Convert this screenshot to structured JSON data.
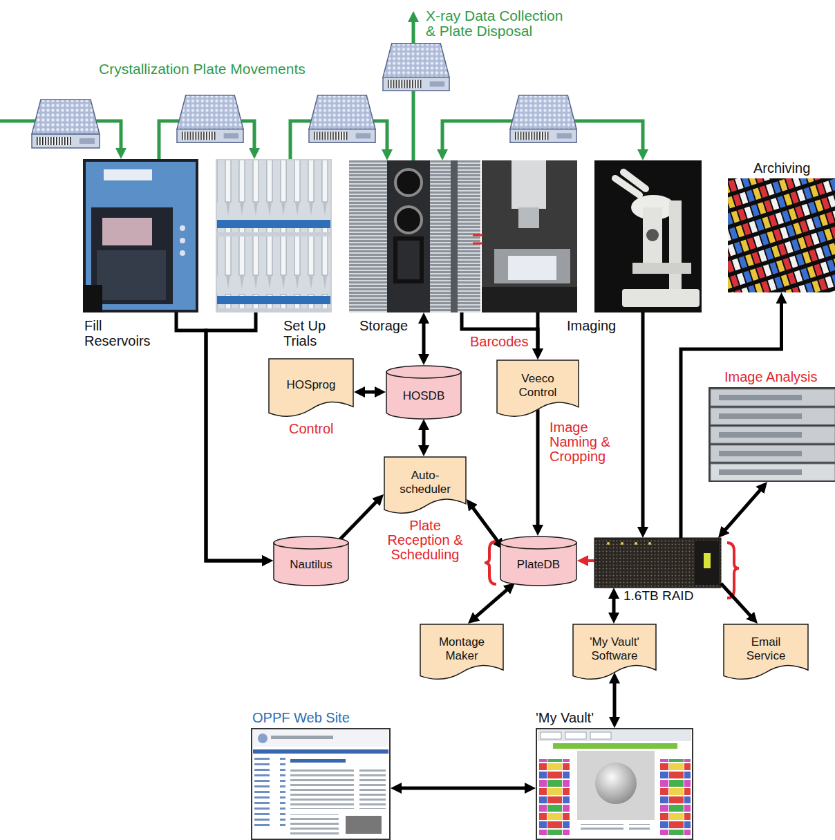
{
  "diagram": {
    "nodes": [
      {
        "text": [
          "Fill Reservoirs"
        ]
      },
      {
        "text": [
          "Set Up Trials"
        ]
      },
      {
        "text": [
          "Storage"
        ]
      },
      {
        "text": [
          "Imaging"
        ]
      },
      {
        "text": [
          "Archiving"
        ]
      },
      {
        "text": [
          "HOSprog"
        ]
      },
      {
        "text": [
          "HOSDB"
        ]
      },
      {
        "text": [
          "Veeco Control"
        ]
      },
      {
        "text": [
          "Image Analysis"
        ]
      },
      {
        "text": [
          "Auto- scheduler"
        ]
      },
      {
        "text": [
          "Nautilus"
        ]
      },
      {
        "text": [
          "PlateDB"
        ]
      },
      {
        "text": [
          "1.6TB RAID"
        ]
      },
      {
        "text": [
          "Montage Maker"
        ]
      },
      {
        "text": [
          "'My Vault' Software"
        ]
      },
      {
        "text": [
          "Email Service"
        ]
      },
      {
        "text": [
          "OPPF Web Site"
        ]
      },
      {
        "text": [
          "'My Vault'"
        ]
      }
    ],
    "edges": [
      {
        "from": 0,
        "to": 10,
        "arrow": "to"
      },
      {
        "from": 1,
        "to": 10,
        "arrow": "to"
      },
      {
        "from": 2,
        "to": 6,
        "arrow": "both"
      },
      {
        "from": 5,
        "to": 6,
        "arrow": "both"
      },
      {
        "from": 6,
        "to": 9,
        "arrow": "both"
      },
      {
        "from": 10,
        "to": 9,
        "arrow": "to"
      },
      {
        "from": 9,
        "to": 11,
        "arrow": "both"
      },
      {
        "from": 2,
        "to": 7,
        "arrow": "to"
      },
      {
        "from": 3,
        "to": 7,
        "arrow": "to"
      },
      {
        "from": 7,
        "to": 11,
        "arrow": "to"
      },
      {
        "from": 12,
        "to": 11,
        "arrow": "to"
      },
      {
        "from": 13,
        "to": 11,
        "arrow": "both"
      },
      {
        "from": 12,
        "to": 4,
        "arrow": "to"
      },
      {
        "from": 8,
        "to": 12,
        "arrow": "both"
      },
      {
        "from": 12,
        "to": 15,
        "arrow": "to"
      },
      {
        "from": 12,
        "to": 14,
        "arrow": "both"
      },
      {
        "from": 14,
        "to": 17,
        "arrow": "both"
      },
      {
        "from": 16,
        "to": 17,
        "arrow": "both"
      }
    ],
    "labels": [
      "X-ray Data Collection & Plate Disposal",
      "Crystallization Plate Movements",
      "Barcodes",
      "Control",
      "Image Naming & Cropping",
      "Plate Reception & Scheduling"
    ]
  }
}
